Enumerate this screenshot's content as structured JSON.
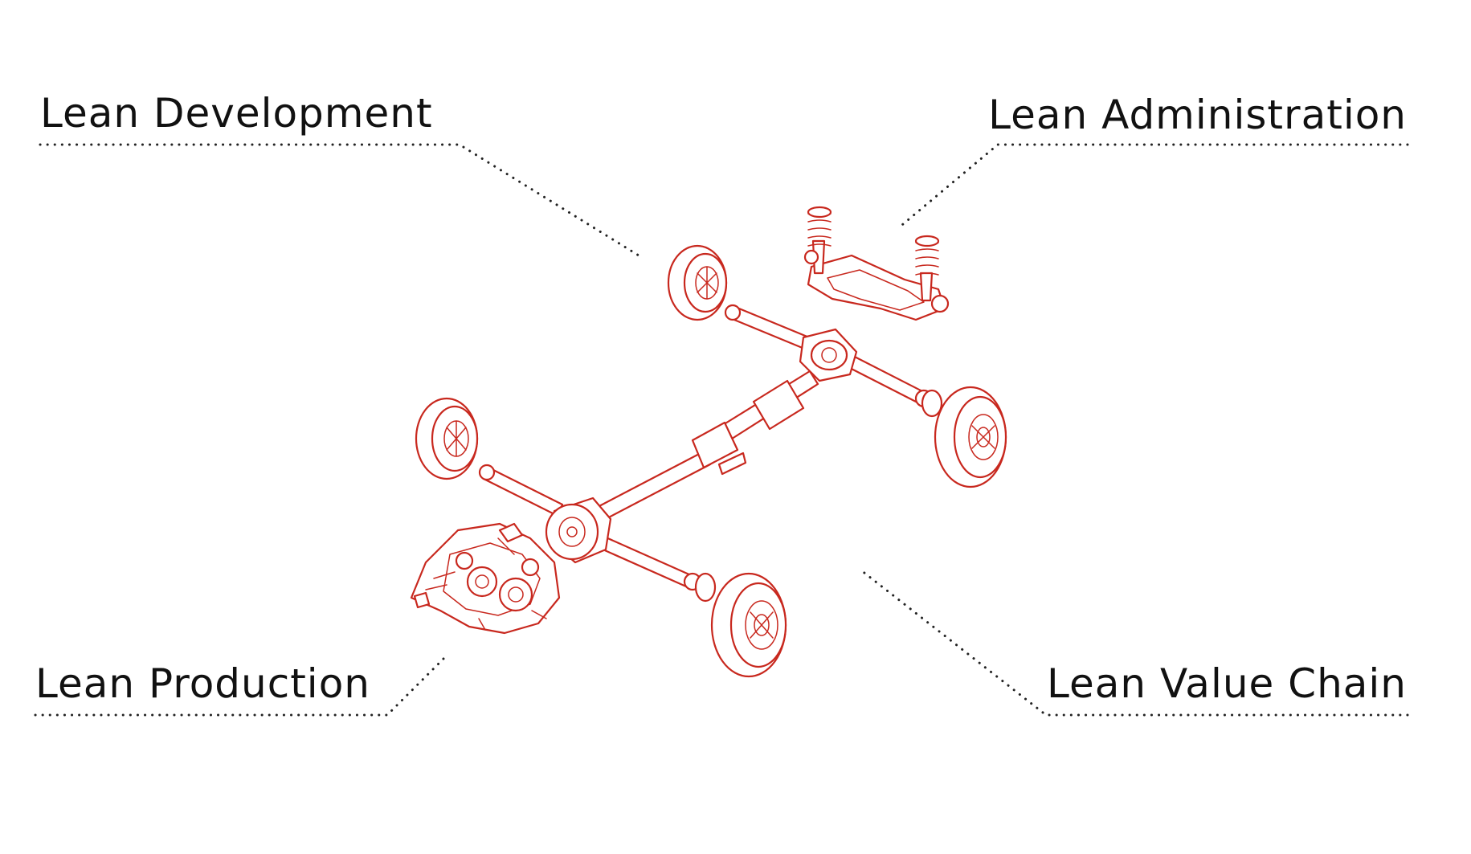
{
  "labels": {
    "development": "Lean Development",
    "administration": "Lean Administration",
    "production": "Lean Production",
    "value_chain": "Lean Value Chain"
  },
  "colors": {
    "illustration": "#c8281e",
    "text": "#111111",
    "leader_lines": "#222222",
    "background": "#ffffff"
  },
  "icons": {
    "illustration": "car-chassis-drivetrain-icon"
  }
}
